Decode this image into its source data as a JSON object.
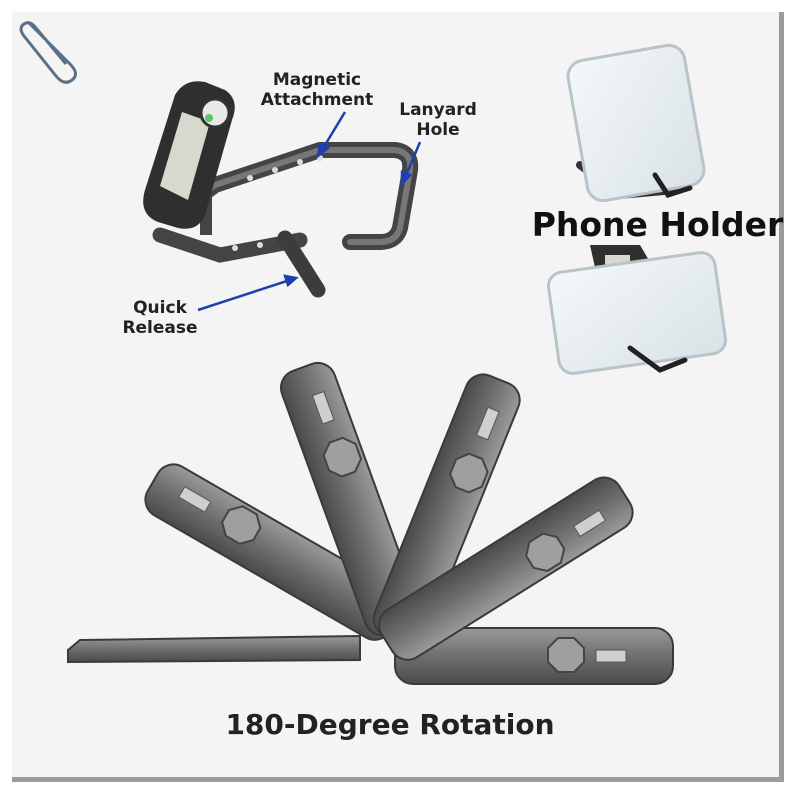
{
  "labels": {
    "magnetic": [
      "Magnetic",
      "Attachment"
    ],
    "lanyard": [
      "Lanyard",
      "Hole"
    ],
    "quick": [
      "Quick",
      "Release"
    ],
    "phone_holder": "Phone Holder",
    "rotation": "180-Degree Rotation"
  },
  "colors": {
    "body_dark": "#333333",
    "body_mid": "#6e6e6e",
    "body_light": "#8f8f8f",
    "arrow": "#1f3fae",
    "background": "#f4f4f4"
  },
  "icons": {
    "paperclip": "paperclip-icon"
  }
}
